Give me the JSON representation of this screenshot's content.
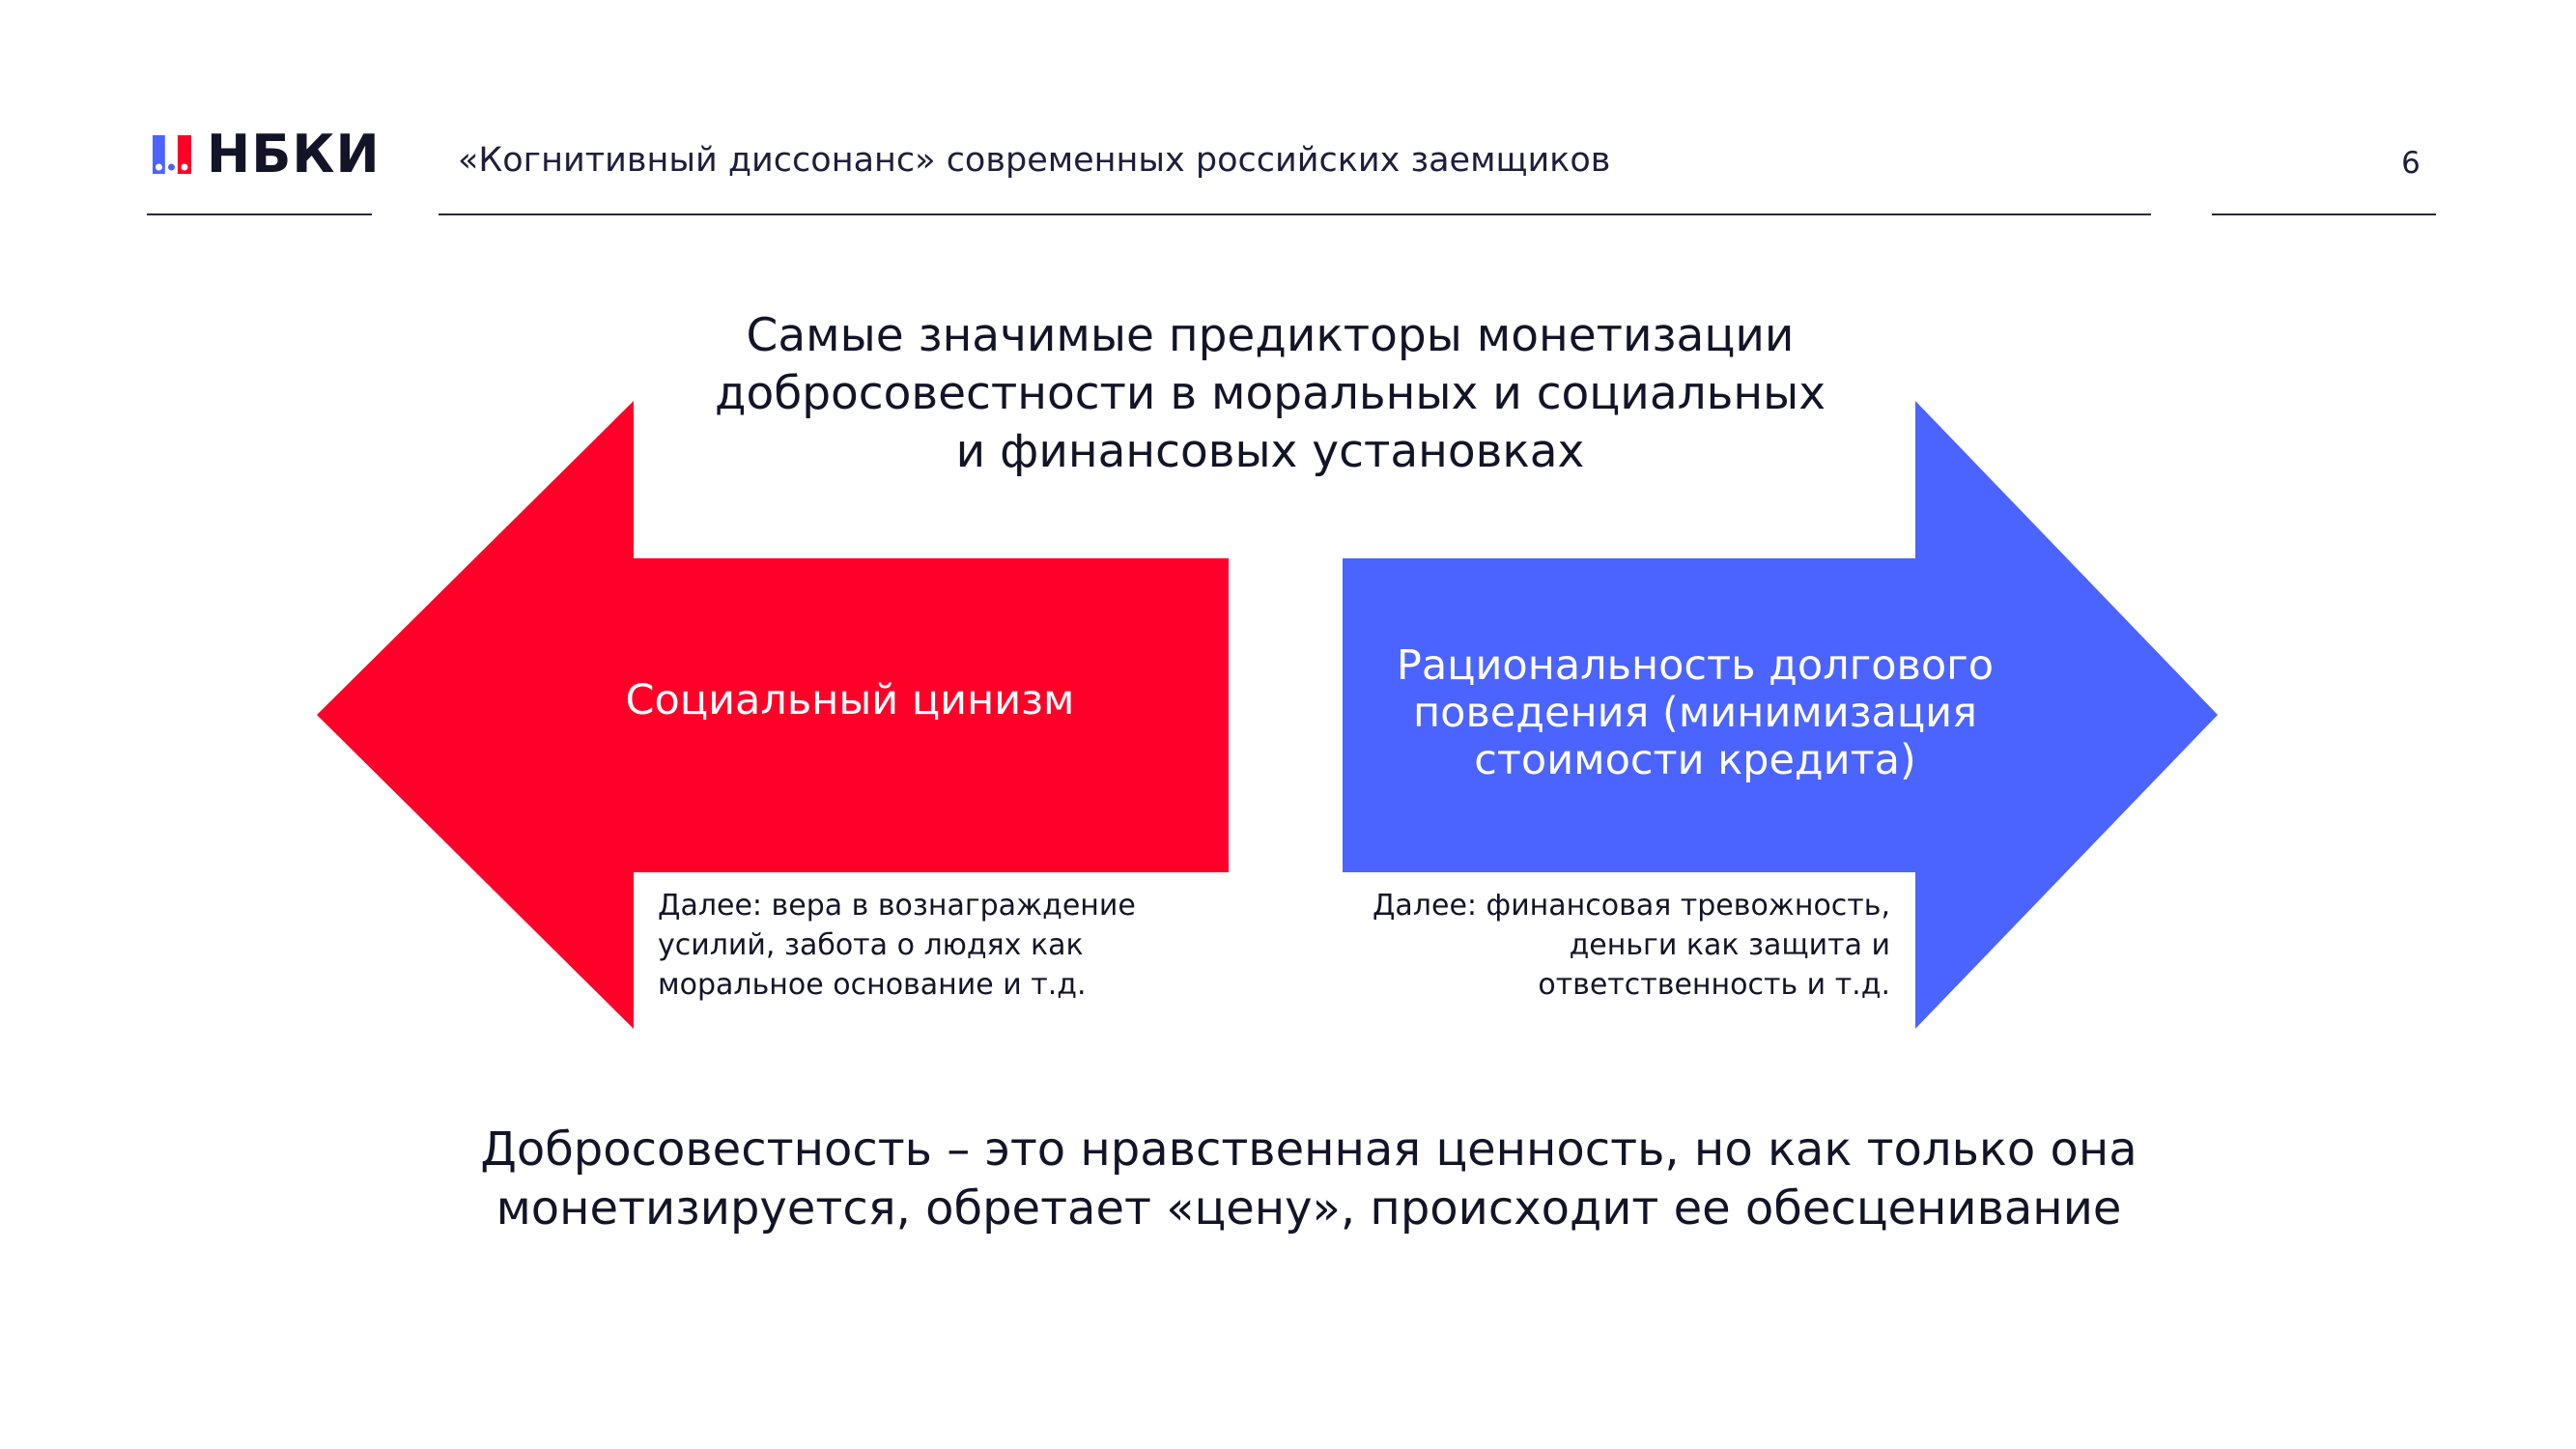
{
  "header": {
    "logo_text": "НБКИ",
    "title": "«Когнитивный диссонанс» современных российских заемщиков",
    "page_number": "6"
  },
  "diagram": {
    "title_lines": [
      "Самые значимые предикторы монетизации",
      "добросовестности в моральных и социальных",
      "и финансовых установках"
    ],
    "left_arrow": {
      "label": "Социальный цинизм",
      "note_lines": [
        "Далее: вера в вознаграждение",
        "усилий, забота о людях как",
        "моральное основание и т.д."
      ]
    },
    "right_arrow": {
      "label_lines": [
        "Рациональность долгового",
        "поведения (минимизация",
        "стоимости кредита)"
      ],
      "note_lines": [
        "Далее: финансовая тревожность,",
        "деньги как защита и",
        "ответственность и т.д."
      ]
    },
    "conclusion_lines": [
      "Добросовестность – это нравственная ценность, но как только она",
      "монетизируется, обретает «цену», происходит ее обесценивание"
    ]
  },
  "colors": {
    "left_arrow": "#ff0028",
    "right_arrow": "#4b64ff",
    "text": "#141428",
    "logo_red": "#ff0028",
    "logo_blue": "#4b64ff"
  }
}
